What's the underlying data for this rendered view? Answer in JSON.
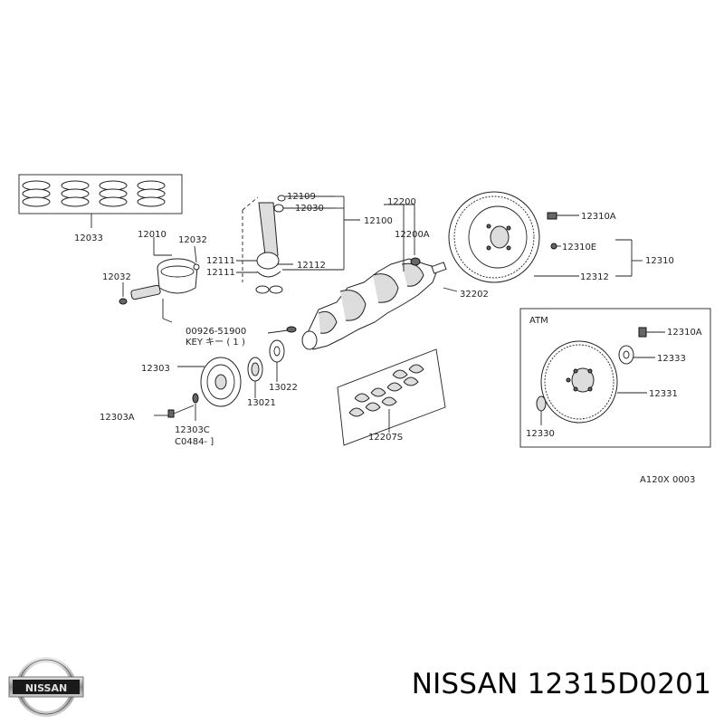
{
  "labels": {
    "p12033": "12033",
    "p12010": "12010",
    "p12032a": "12032",
    "p12032b": "12032",
    "p12109": "12109",
    "p12030": "12030",
    "p12100": "12100",
    "p12111a": "12111",
    "p12111b": "12111",
    "p12112": "12112",
    "p12200": "12200",
    "p12200A": "12200A",
    "p32202": "32202",
    "p12310A": "12310A",
    "p12310E": "12310E",
    "p12310": "12310",
    "p12312": "12312",
    "key_part": "00926-51900",
    "key_text": "KEY  キー  ( 1 )",
    "p12303": "12303",
    "p12303A": "12303A",
    "p12303C": "12303C",
    "p12303C_note": "C0484-      ]",
    "p13021": "13021",
    "p13022": "13022",
    "p12207S": "12207S",
    "atm_title": "ATM",
    "atm_12310A": "12310A",
    "atm_12333": "12333",
    "atm_12331": "12331",
    "atm_12330": "12330",
    "diagram_code": "A120X 0003"
  },
  "logo_text": "NISSAN",
  "footer": {
    "brand": "NISSAN",
    "part_number": "12315D0201"
  }
}
